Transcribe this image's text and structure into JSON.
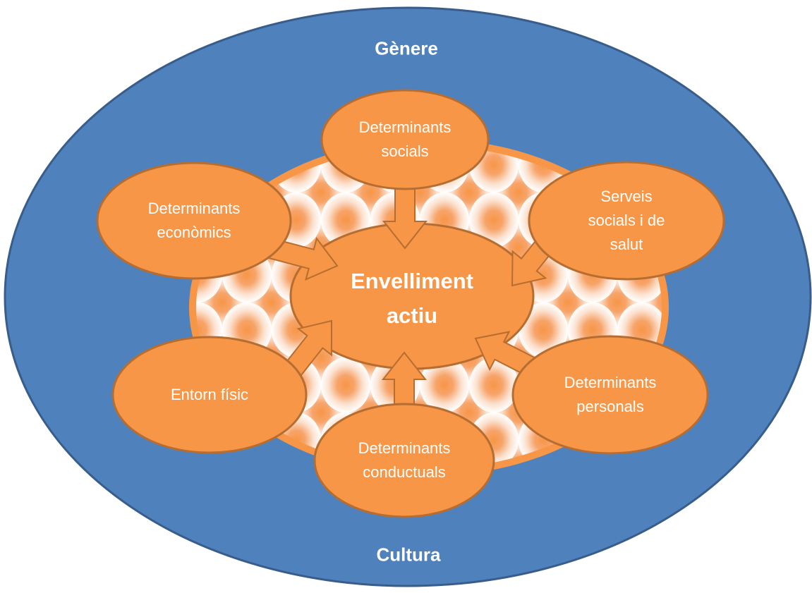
{
  "diagram": {
    "outer_top_label": "Gènere",
    "outer_bottom_label": "Cultura",
    "center_label": "Envelliment actiu",
    "center_label_display": "Envelliment\nactiu",
    "nodes": [
      {
        "id": "determinants-socials",
        "label": "Determinants\nsocials"
      },
      {
        "id": "serveis-socials-salut",
        "label": "Serveis\nsocials i de\nsalut"
      },
      {
        "id": "determinants-personals",
        "label": "Determinants\npersonals"
      },
      {
        "id": "determinants-conductuals",
        "label": "Determinants\nconductuals"
      },
      {
        "id": "entorn-fisic",
        "label": "Entorn físic"
      },
      {
        "id": "determinants-economics",
        "label": "Determinants\neconòmics"
      }
    ],
    "relation": "each node points to center",
    "colors": {
      "outer_fill": "#4F81BD",
      "outer_stroke": "#385D8A",
      "node_fill": "#F79646",
      "node_stroke": "#B66D31",
      "pattern_dark": "#000000",
      "pattern_light": "#ffffff",
      "text": "#ffffff"
    }
  }
}
